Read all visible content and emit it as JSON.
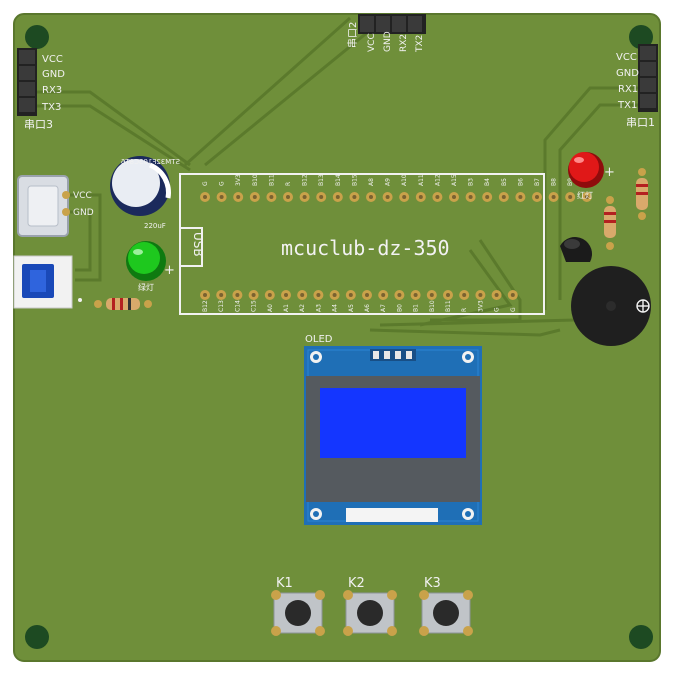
{
  "board": {
    "title": "mcuclub-dz-350",
    "usb_label": "USB",
    "oled_label": "OLED",
    "led_green_label": "绿灯",
    "led_red_label": "红灯",
    "cap_label": "220uF",
    "mcu_top_label": "STM32F103C8T6",
    "plus_sign": "+"
  },
  "headers": {
    "left": {
      "name": "串口3",
      "pins": [
        "VCC",
        "GND",
        "RX3",
        "TX3"
      ]
    },
    "top": {
      "name": "串口2",
      "pins": [
        "VCC",
        "GND",
        "RX2",
        "TX2"
      ]
    },
    "right": {
      "name": "串口1",
      "pins": [
        "VCC",
        "GND",
        "RX1",
        "TX1"
      ]
    },
    "power": {
      "pins": [
        "VCC",
        "GND"
      ]
    }
  },
  "mcu_pins": {
    "top": [
      "G",
      "G",
      "3V3",
      "B10",
      "B11",
      "R",
      "B12",
      "B13",
      "B14",
      "B15",
      "A8",
      "A9",
      "A10",
      "A11",
      "A12",
      "A15",
      "B3",
      "B4",
      "B5",
      "B6",
      "B7",
      "B8",
      "B9",
      "5V"
    ],
    "bottom": [
      "B12",
      "C13",
      "C14",
      "C15",
      "A0",
      "A1",
      "A2",
      "A3",
      "A4",
      "A5",
      "A6",
      "A7",
      "B0",
      "B1",
      "B10",
      "B11",
      "R",
      "3V3",
      "G",
      "G"
    ]
  },
  "buttons": [
    {
      "label": "K1"
    },
    {
      "label": "K2"
    },
    {
      "label": "K3"
    }
  ],
  "colors": {
    "pcb": "#6f8f3a",
    "pcb_edge": "#5d7a2f",
    "trace": "#5b7a2c",
    "silk": "#f2f2f2",
    "oled_pcb": "#1f6fb6",
    "oled_screen": "#1436ff",
    "led_red": "#e01818",
    "led_green": "#1ec81e"
  }
}
